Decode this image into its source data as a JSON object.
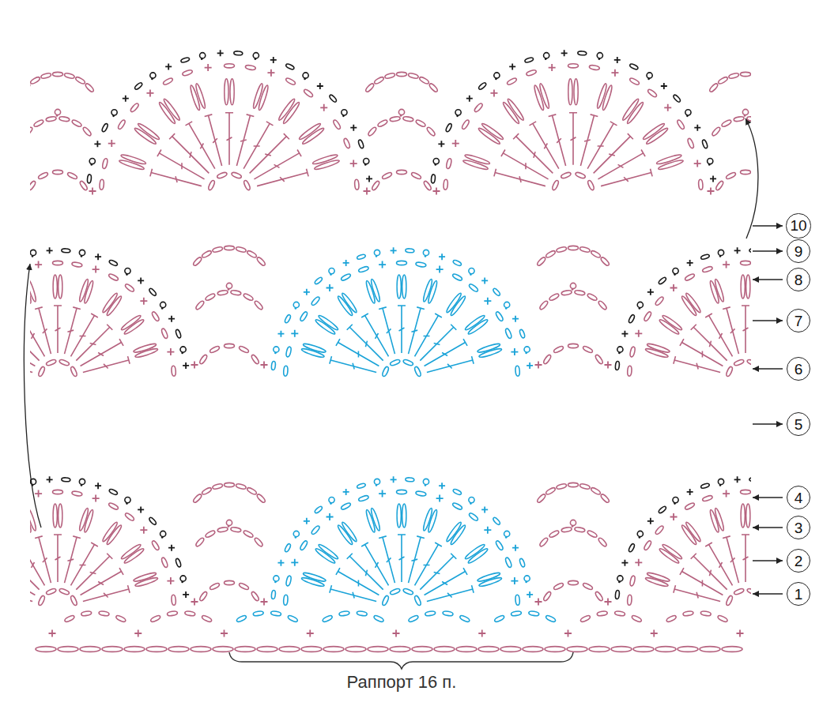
{
  "diagram": {
    "nodes": [
      {
        "text": [
          "10"
        ]
      },
      {
        "text": [
          "9"
        ]
      },
      {
        "text": [
          "8"
        ]
      },
      {
        "text": [
          "7"
        ]
      },
      {
        "text": [
          "6"
        ]
      },
      {
        "text": [
          "5"
        ]
      },
      {
        "text": [
          "4"
        ]
      },
      {
        "text": [
          "3"
        ]
      },
      {
        "text": [
          "2"
        ]
      },
      {
        "text": [
          "1"
        ]
      }
    ],
    "labels": [
      "Раппорт 16 п."
    ]
  }
}
